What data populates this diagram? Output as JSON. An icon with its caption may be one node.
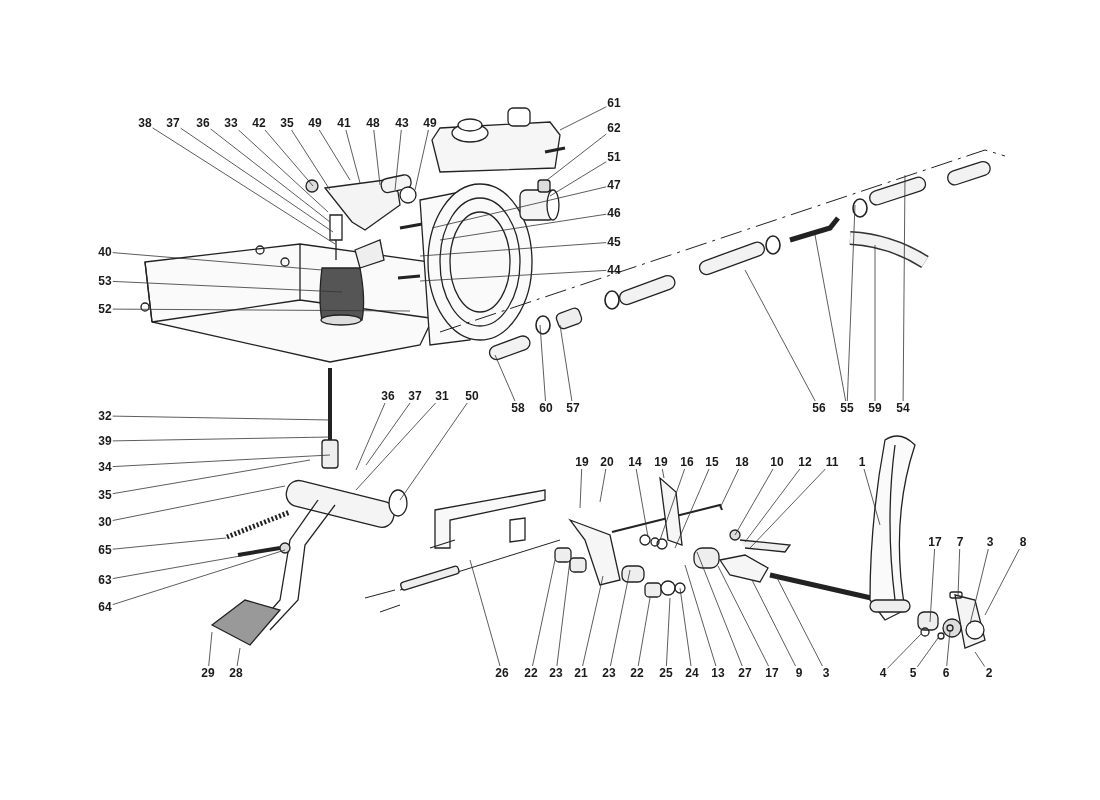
{
  "diagram": {
    "nodes": [
      {
        "text": [
          "38"
        ]
      },
      {
        "text": [
          "37"
        ]
      },
      {
        "text": [
          "36"
        ]
      },
      {
        "text": [
          "33"
        ]
      },
      {
        "text": [
          "42"
        ]
      },
      {
        "text": [
          "35"
        ]
      },
      {
        "text": [
          "49"
        ]
      },
      {
        "text": [
          "41"
        ]
      },
      {
        "text": [
          "48"
        ]
      },
      {
        "text": [
          "43"
        ]
      },
      {
        "text": [
          "49"
        ]
      },
      {
        "text": [
          "61"
        ]
      },
      {
        "text": [
          "62"
        ]
      },
      {
        "text": [
          "51"
        ]
      },
      {
        "text": [
          "47"
        ]
      },
      {
        "text": [
          "46"
        ]
      },
      {
        "text": [
          "45"
        ]
      },
      {
        "text": [
          "44"
        ]
      },
      {
        "text": [
          "40"
        ]
      },
      {
        "text": [
          "53"
        ]
      },
      {
        "text": [
          "52"
        ]
      },
      {
        "text": [
          "58"
        ]
      },
      {
        "text": [
          "60"
        ]
      },
      {
        "text": [
          "57"
        ]
      },
      {
        "text": [
          "56"
        ]
      },
      {
        "text": [
          "55"
        ]
      },
      {
        "text": [
          "59"
        ]
      },
      {
        "text": [
          "54"
        ]
      },
      {
        "text": [
          "32"
        ]
      },
      {
        "text": [
          "39"
        ]
      },
      {
        "text": [
          "34"
        ]
      },
      {
        "text": [
          "35"
        ]
      },
      {
        "text": [
          "30"
        ]
      },
      {
        "text": [
          "65"
        ]
      },
      {
        "text": [
          "63"
        ]
      },
      {
        "text": [
          "64"
        ]
      },
      {
        "text": [
          "36"
        ]
      },
      {
        "text": [
          "37"
        ]
      },
      {
        "text": [
          "31"
        ]
      },
      {
        "text": [
          "50"
        ]
      },
      {
        "text": [
          "19"
        ]
      },
      {
        "text": [
          "20"
        ]
      },
      {
        "text": [
          "14"
        ]
      },
      {
        "text": [
          "19"
        ]
      },
      {
        "text": [
          "16"
        ]
      },
      {
        "text": [
          "15"
        ]
      },
      {
        "text": [
          "18"
        ]
      },
      {
        "text": [
          "10"
        ]
      },
      {
        "text": [
          "12"
        ]
      },
      {
        "text": [
          "11"
        ]
      },
      {
        "text": [
          "1"
        ]
      },
      {
        "text": [
          "17"
        ]
      },
      {
        "text": [
          "7"
        ]
      },
      {
        "text": [
          "3"
        ]
      },
      {
        "text": [
          "8"
        ]
      },
      {
        "text": [
          "29"
        ]
      },
      {
        "text": [
          "28"
        ]
      },
      {
        "text": [
          "26"
        ]
      },
      {
        "text": [
          "22"
        ]
      },
      {
        "text": [
          "23"
        ]
      },
      {
        "text": [
          "21"
        ]
      },
      {
        "text": [
          "23"
        ]
      },
      {
        "text": [
          "22"
        ]
      },
      {
        "text": [
          "25"
        ]
      },
      {
        "text": [
          "24"
        ]
      },
      {
        "text": [
          "13"
        ]
      },
      {
        "text": [
          "27"
        ]
      },
      {
        "text": [
          "17"
        ]
      },
      {
        "text": [
          "9"
        ]
      },
      {
        "text": [
          "3"
        ]
      },
      {
        "text": [
          "4"
        ]
      },
      {
        "text": [
          "5"
        ]
      },
      {
        "text": [
          "6"
        ]
      },
      {
        "text": [
          "2"
        ]
      }
    ],
    "edges": [
      {
        "from": 0,
        "to": null,
        "arrow": "none"
      },
      {
        "from": 1,
        "to": null,
        "arrow": "none"
      },
      {
        "from": 2,
        "to": null,
        "arrow": "none"
      },
      {
        "from": 3,
        "to": null,
        "arrow": "none"
      },
      {
        "from": 4,
        "to": null,
        "arrow": "none"
      },
      {
        "from": 5,
        "to": null,
        "arrow": "none"
      },
      {
        "from": 6,
        "to": null,
        "arrow": "none"
      },
      {
        "from": 7,
        "to": null,
        "arrow": "none"
      },
      {
        "from": 8,
        "to": null,
        "arrow": "none"
      },
      {
        "from": 9,
        "to": null,
        "arrow": "none"
      },
      {
        "from": 10,
        "to": null,
        "arrow": "none"
      },
      {
        "from": 11,
        "to": null,
        "arrow": "none"
      },
      {
        "from": 12,
        "to": null,
        "arrow": "none"
      },
      {
        "from": 13,
        "to": null,
        "arrow": "none"
      },
      {
        "from": 14,
        "to": null,
        "arrow": "none"
      },
      {
        "from": 15,
        "to": null,
        "arrow": "none"
      },
      {
        "from": 16,
        "to": null,
        "arrow": "none"
      },
      {
        "from": 17,
        "to": null,
        "arrow": "none"
      },
      {
        "from": 18,
        "to": null,
        "arrow": "none"
      },
      {
        "from": 19,
        "to": null,
        "arrow": "none"
      },
      {
        "from": 20,
        "to": null,
        "arrow": "none"
      },
      {
        "from": 21,
        "to": null,
        "arrow": "none"
      },
      {
        "from": 22,
        "to": null,
        "arrow": "none"
      },
      {
        "from": 23,
        "to": null,
        "arrow": "none"
      },
      {
        "from": 24,
        "to": null,
        "arrow": "none"
      },
      {
        "from": 25,
        "to": null,
        "arrow": "none"
      },
      {
        "from": 25,
        "to": null,
        "arrow": "none"
      },
      {
        "from": 26,
        "to": null,
        "arrow": "none"
      },
      {
        "from": 27,
        "to": null,
        "arrow": "none"
      },
      {
        "from": 28,
        "to": null,
        "arrow": "none"
      },
      {
        "from": 29,
        "to": null,
        "arrow": "none"
      },
      {
        "from": 30,
        "to": null,
        "arrow": "none"
      },
      {
        "from": 31,
        "to": null,
        "arrow": "none"
      },
      {
        "from": 32,
        "to": null,
        "arrow": "none"
      },
      {
        "from": 33,
        "to": null,
        "arrow": "none"
      },
      {
        "from": 34,
        "to": null,
        "arrow": "none"
      },
      {
        "from": 35,
        "to": null,
        "arrow": "none"
      },
      {
        "from": 36,
        "to": null,
        "arrow": "none"
      },
      {
        "from": 37,
        "to": null,
        "arrow": "none"
      },
      {
        "from": 38,
        "to": null,
        "arrow": "none"
      },
      {
        "from": 39,
        "to": null,
        "arrow": "none"
      },
      {
        "from": 40,
        "to": null,
        "arrow": "none"
      },
      {
        "from": 41,
        "to": null,
        "arrow": "none"
      },
      {
        "from": 42,
        "to": null,
        "arrow": "none"
      },
      {
        "from": 43,
        "to": null,
        "arrow": "none"
      },
      {
        "from": 44,
        "to": null,
        "arrow": "none"
      },
      {
        "from": 45,
        "to": null,
        "arrow": "none"
      },
      {
        "from": 46,
        "to": null,
        "arrow": "none"
      },
      {
        "from": 47,
        "to": null,
        "arrow": "none"
      },
      {
        "from": 48,
        "to": null,
        "arrow": "none"
      },
      {
        "from": 49,
        "to": null,
        "arrow": "none"
      },
      {
        "from": 50,
        "to": null,
        "arrow": "none"
      },
      {
        "from": 51,
        "to": null,
        "arrow": "none"
      },
      {
        "from": 52,
        "to": null,
        "arrow": "none"
      },
      {
        "from": 53,
        "to": null,
        "arrow": "none"
      },
      {
        "from": 54,
        "to": null,
        "arrow": "none"
      },
      {
        "from": 55,
        "to": null,
        "arrow": "none"
      },
      {
        "from": 56,
        "to": null,
        "arrow": "none"
      },
      {
        "from": 57,
        "to": null,
        "arrow": "none"
      },
      {
        "from": 58,
        "to": null,
        "arrow": "none"
      },
      {
        "from": 59,
        "to": null,
        "arrow": "none"
      },
      {
        "from": 60,
        "to": null,
        "arrow": "none"
      },
      {
        "from": 61,
        "to": null,
        "arrow": "none"
      },
      {
        "from": 62,
        "to": null,
        "arrow": "none"
      },
      {
        "from": 63,
        "to": null,
        "arrow": "none"
      },
      {
        "from": 64,
        "to": null,
        "arrow": "none"
      },
      {
        "from": 65,
        "to": null,
        "arrow": "none"
      },
      {
        "from": 66,
        "to": null,
        "arrow": "none"
      },
      {
        "from": 67,
        "to": null,
        "arrow": "none"
      },
      {
        "from": 68,
        "to": null,
        "arrow": "none"
      },
      {
        "from": 69,
        "to": null,
        "arrow": "none"
      },
      {
        "from": 70,
        "to": null,
        "arrow": "none"
      },
      {
        "from": 71,
        "to": null,
        "arrow": "none"
      },
      {
        "from": 72,
        "to": null,
        "arrow": "none"
      },
      {
        "from": 73,
        "to": null,
        "arrow": "none"
      }
    ]
  }
}
